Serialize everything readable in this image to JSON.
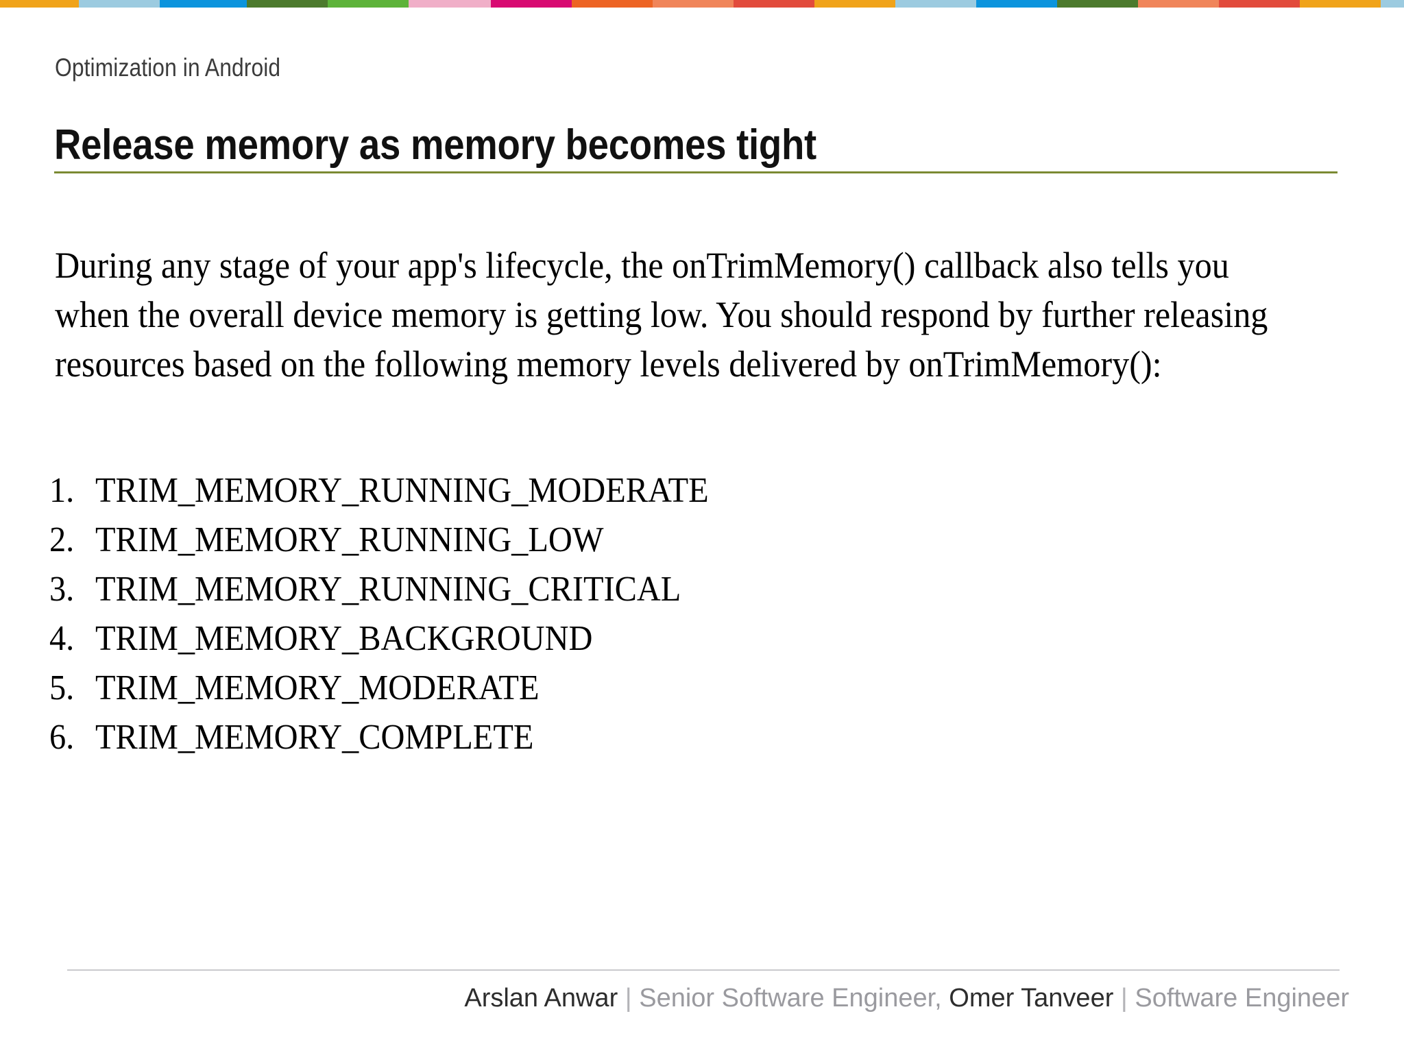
{
  "slide": {
    "eyebrow": "Optimization in Android",
    "title": "Release memory as memory becomes tight",
    "rule_color": "#7b8a33",
    "body_paragraph": "During any stage of your app's lifecycle, the onTrimMemory() callback also tells you when the overall device memory is getting low. You should respond by further releasing resources based on the following memory levels delivered by onTrimMemory():"
  },
  "memory_levels": [
    {
      "number": "1.",
      "constant": "TRIM_MEMORY_RUNNING_MODERATE"
    },
    {
      "number": "2.",
      "constant": "TRIM_MEMORY_RUNNING_LOW"
    },
    {
      "number": "3.",
      "constant": "TRIM_MEMORY_RUNNING_CRITICAL"
    },
    {
      "number": "4.",
      "constant": "TRIM_MEMORY_BACKGROUND"
    },
    {
      "number": "5.",
      "constant": "TRIM_MEMORY_MODERATE"
    },
    {
      "number": "6.",
      "constant": "TRIM_MEMORY_COMPLETE"
    }
  ],
  "footer": {
    "author1_name": "Arslan Anwar",
    "sep1": "|",
    "author1_role": "Senior Software Engineer",
    "comma": ",",
    "author2_name": "Omer Tanveer",
    "sep2": "|",
    "author2_role": "Software Engineer",
    "rule_color": "#c9c9cd"
  },
  "topbar": {
    "segments": [
      {
        "color": "#f0a31a",
        "width": 115
      },
      {
        "color": "#9ccbe0",
        "width": 118
      },
      {
        "color": "#0c94dd",
        "width": 127
      },
      {
        "color": "#4c7a2d",
        "width": 118
      },
      {
        "color": "#5db33a",
        "width": 118
      },
      {
        "color": "#f0afc8",
        "width": 120
      },
      {
        "color": "#d80a72",
        "width": 118
      },
      {
        "color": "#ed6424",
        "width": 118
      },
      {
        "color": "#f0855a",
        "width": 118
      },
      {
        "color": "#e24b3c",
        "width": 118
      },
      {
        "color": "#f0a31a",
        "width": 118
      },
      {
        "color": "#9ccbe0",
        "width": 118
      },
      {
        "color": "#0c94dd",
        "width": 118
      },
      {
        "color": "#4c7a2d",
        "width": 118
      },
      {
        "color": "#f0855a",
        "width": 118
      },
      {
        "color": "#e24b3c",
        "width": 118
      },
      {
        "color": "#f0a31a",
        "width": 118
      },
      {
        "color": "#9ccbe0",
        "width": 118
      }
    ]
  }
}
